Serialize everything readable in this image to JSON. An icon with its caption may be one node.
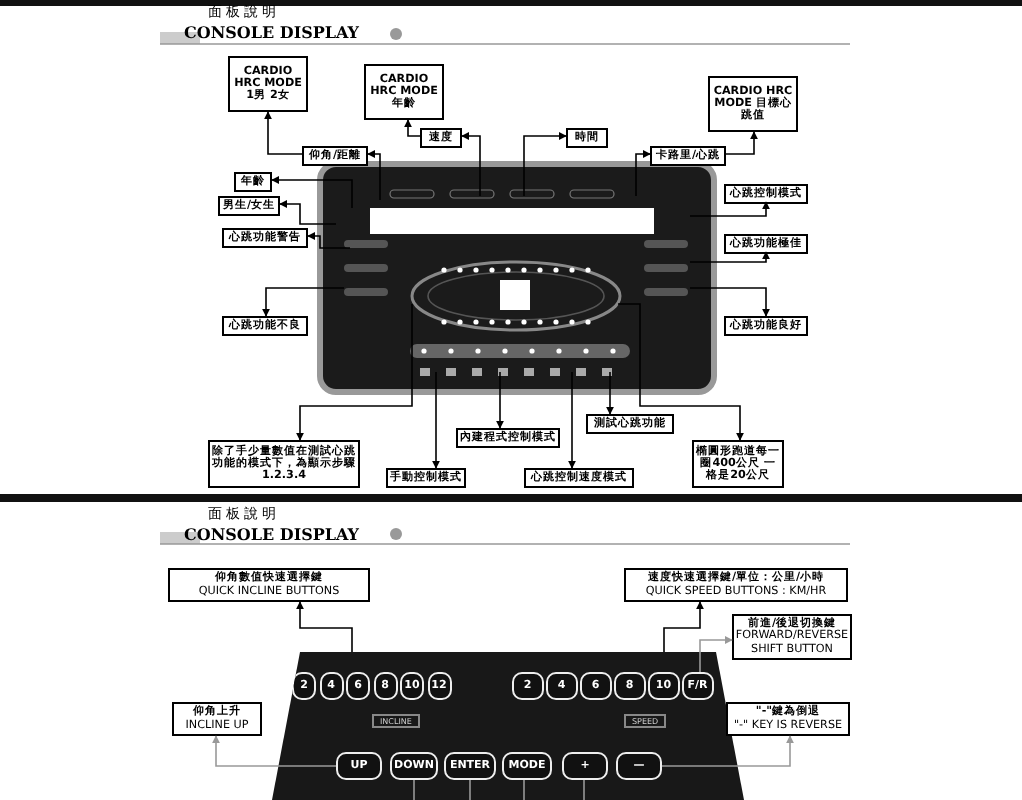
{
  "diagram": {
    "nodes": [
      {
        "text": [
          "CARDIO HRC MODE 1男 2女"
        ]
      },
      {
        "text": [
          "CARDIO HRC MODE 年齡"
        ]
      },
      {
        "text": [
          "CARDIO HRC MODE 目標心跳值"
        ]
      },
      {
        "text": [
          "仰角/距離"
        ]
      },
      {
        "text": [
          "速度"
        ]
      },
      {
        "text": [
          "時間"
        ]
      },
      {
        "text": [
          "卡路里/心跳"
        ]
      },
      {
        "text": [
          "年齡"
        ]
      },
      {
        "text": [
          "心跳控制模式"
        ]
      },
      {
        "text": [
          "男生/女生"
        ]
      },
      {
        "text": [
          "心跳功能警告"
        ]
      },
      {
        "text": [
          "心跳功能極佳"
        ]
      },
      {
        "text": [
          "心跳功能不良"
        ]
      },
      {
        "text": [
          "心跳功能良好"
        ]
      },
      {
        "text": [
          "測試心跳功能"
        ]
      },
      {
        "text": [
          "內建程式控制模式"
        ]
      },
      {
        "text": [
          "除了手少量數值在測試心跳功能的模式下，為顯示步驟1.2.3.4"
        ]
      },
      {
        "text": [
          "橢圓形跑道每一圈400公尺 一格是20公尺"
        ]
      },
      {
        "text": [
          "手動控制模式"
        ]
      },
      {
        "text": [
          "心跳控制速度模式"
        ]
      },
      {
        "text": [
          "仰角數值快速選擇鍵",
          "QUICK INCLINE BUTTONS"
        ]
      },
      {
        "text": [
          "速度快速選擇鍵/單位：公里/小時",
          "QUICK SPEED BUTTONS : KM/HR"
        ]
      },
      {
        "text": [
          "前進/後退切換鍵",
          "FORWARD/REVERSE SHIFT BUTTON"
        ]
      },
      {
        "text": [],
        "shape": "box"
      },
      {
        "text": [
          "2"
        ],
        "in": 23
      },
      {
        "text": [
          "4"
        ],
        "in": 23
      },
      {
        "text": [
          "6"
        ],
        "in": 23
      },
      {
        "text": [
          "8"
        ],
        "in": 23
      },
      {
        "text": [
          "10"
        ],
        "in": 23
      },
      {
        "text": [
          "12"
        ],
        "in": 23
      },
      {
        "text": [
          "2"
        ],
        "in": 23
      },
      {
        "text": [
          "4"
        ],
        "in": 23
      },
      {
        "text": [
          "6"
        ],
        "in": 23
      },
      {
        "text": [
          "8"
        ],
        "in": 23
      },
      {
        "text": [
          "10"
        ],
        "in": 23
      },
      {
        "text": [
          "F/R"
        ],
        "in": 23
      },
      {
        "text": [
          "UP"
        ],
        "in": 23
      },
      {
        "text": [
          "DOWN"
        ],
        "in": 23
      },
      {
        "text": [
          "ENTER"
        ],
        "in": 23
      },
      {
        "text": [
          "MODE"
        ],
        "in": 23
      },
      {
        "text": [
          "+"
        ],
        "in": 23
      },
      {
        "text": [
          "—"
        ],
        "in": 23
      },
      {
        "text": [
          "仰角上升",
          "INCLINE UP"
        ]
      },
      {
        "text": [
          "\"-\"鍵為倒退",
          "\"-\" KEY IS REVERSE"
        ]
      }
    ],
    "edges": [
      {
        "from": 3,
        "to": 0,
        "arrow": "to"
      },
      {
        "from": 4,
        "to": 1,
        "arrow": "to"
      },
      {
        "from": 6,
        "to": 2,
        "arrow": "to"
      },
      {
        "from": null,
        "to": 3,
        "arrow": "to"
      },
      {
        "from": null,
        "to": 4,
        "arrow": "to"
      },
      {
        "from": null,
        "to": 5,
        "arrow": "to"
      },
      {
        "from": null,
        "to": 6,
        "arrow": "to"
      },
      {
        "from": null,
        "to": 7,
        "arrow": "to"
      },
      {
        "from": null,
        "to": 8,
        "arrow": "to"
      },
      {
        "from": null,
        "to": 9,
        "arrow": "to"
      },
      {
        "from": null,
        "to": 10,
        "arrow": "to"
      },
      {
        "from": null,
        "to": 11,
        "arrow": "to"
      },
      {
        "from": null,
        "to": 12,
        "arrow": "to"
      },
      {
        "from": null,
        "to": 13,
        "arrow": "to"
      },
      {
        "from": null,
        "to": 14,
        "arrow": "to"
      },
      {
        "from": null,
        "to": 15,
        "arrow": "to"
      },
      {
        "from": null,
        "to": 16,
        "arrow": "to"
      },
      {
        "from": null,
        "to": 17,
        "arrow": "to"
      },
      {
        "from": null,
        "to": 18,
        "arrow": "to"
      },
      {
        "from": null,
        "to": 19,
        "arrow": "to"
      },
      {
        "from": 23,
        "to": 20,
        "arrow": "to"
      },
      {
        "from": 23,
        "to": 21,
        "arrow": "to"
      },
      {
        "from": 35,
        "to": 22,
        "arrow": "to",
        "color": "#999999"
      },
      {
        "from": 36,
        "to": 42,
        "arrow": "to",
        "color": "#999999"
      },
      {
        "from": 41,
        "to": 43,
        "arrow": "to",
        "color": "#999999"
      },
      {
        "from": 37,
        "to": null,
        "arrow": "none",
        "color": "#999999"
      },
      {
        "from": 38,
        "to": null,
        "arrow": "none",
        "color": "#999999"
      },
      {
        "from": 39,
        "to": null,
        "arrow": "none",
        "color": "#999999"
      },
      {
        "from": 40,
        "to": null,
        "arrow": "none",
        "color": "#999999"
      }
    ],
    "labels": [
      "面板說明",
      "CONSOLE DISPLAY",
      "面板說明",
      "CONSOLE DISPLAY",
      "INCLINE",
      "SPEED"
    ]
  }
}
